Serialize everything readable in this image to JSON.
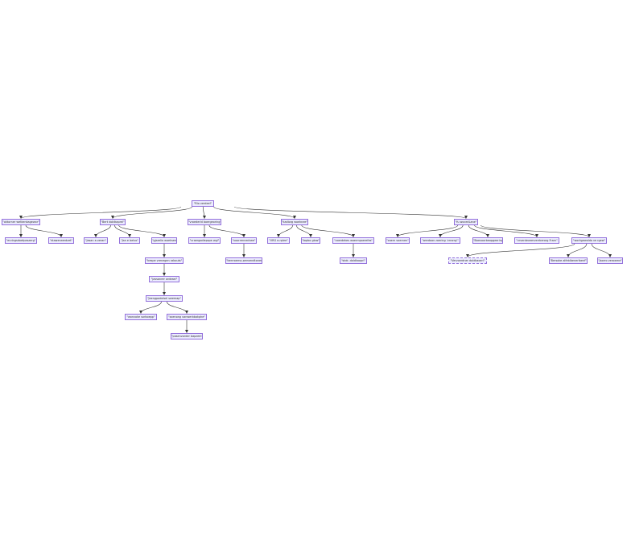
{
  "diagram": {
    "type": "tree",
    "colors": {
      "node_fill": "#ececff",
      "node_border": "#9370db",
      "edge": "#333333",
      "text": "#333333"
    },
    "nodes": [
      {
        "id": "root",
        "label": "\"Rio verdeel\""
      },
      {
        "id": "n1",
        "label": "\"oktorner wetkenkagewor\"",
        "parent": "root"
      },
      {
        "id": "n1a",
        "label": "\"ervingsdoetpaszerg\"",
        "parent": "n1"
      },
      {
        "id": "n1b",
        "label": "\"stawerwerdzet\"",
        "parent": "n1"
      },
      {
        "id": "n2",
        "label": "\"Bert doldkaprel\"",
        "parent": "root"
      },
      {
        "id": "n2a",
        "label": "\"Jasan e-veran\"",
        "parent": "n2"
      },
      {
        "id": "n2b",
        "label": "\"Jan e belvo\"",
        "parent": "n2"
      },
      {
        "id": "n2c",
        "label": "\"gjarelio woeksen\"",
        "parent": "n2"
      },
      {
        "id": "n2c1",
        "label": "\"bespe vrenegen rabouts\"",
        "parent": "n2c"
      },
      {
        "id": "n2c2",
        "label": "\"jassanrer ordeael\"",
        "parent": "n2c1"
      },
      {
        "id": "n2c3",
        "label": "\"Jaengpadolsel swemap\"",
        "parent": "n2c2"
      },
      {
        "id": "n2c3a",
        "label": "\"wonvoke sorboepp\"",
        "parent": "n2c3"
      },
      {
        "id": "n2c3b",
        "label": "\"zoenong vanwerbbakphe\"",
        "parent": "n2c3"
      },
      {
        "id": "n2c3b1",
        "label": "\"pasenvorder bapzem\"",
        "parent": "n2c3b"
      },
      {
        "id": "n3",
        "label": "\"vroederld boergeoring\"",
        "parent": "root"
      },
      {
        "id": "n3a",
        "label": "\"vraergodiepspe wgl\"",
        "parent": "n3"
      },
      {
        "id": "n3b",
        "label": "\"voorrennedrwe\"",
        "parent": "n3"
      },
      {
        "id": "n3b1",
        "label": "\"berrroerno-wervendtoner\"",
        "parent": "n3b"
      },
      {
        "id": "n4",
        "label": "\"kadiorg woeknee\"",
        "parent": "root"
      },
      {
        "id": "n4a",
        "label": "\"VRG e-rplee\"",
        "parent": "n4"
      },
      {
        "id": "n4b",
        "label": "\"tapbo glow\"",
        "parent": "n4"
      },
      {
        "id": "n4c",
        "label": "\"voerdekes woermpoerefes\"",
        "parent": "n4"
      },
      {
        "id": "n4c1",
        "label": "\"skdr. doldkaoprl\"",
        "parent": "n4c"
      },
      {
        "id": "n5",
        "label": "\"fu wocedLane\"",
        "parent": "root"
      },
      {
        "id": "n5a",
        "label": "\"zoern voernen\"",
        "parent": "n5"
      },
      {
        "id": "n5b",
        "label": "\"werdoon-roering 'vrrarrg'\"",
        "parent": "n5"
      },
      {
        "id": "n5c",
        "label": "\"Boevoorbeopgeering\"",
        "parent": "n5"
      },
      {
        "id": "n5d",
        "label": "\"vrverdeveerverrberorg Frarn\"",
        "parent": "n5"
      },
      {
        "id": "n5e",
        "label": "\"workgewaldo ve rgew\"",
        "parent": "n5"
      },
      {
        "id": "n5e1",
        "label": "\"Vervoerdner doldkaoerl\"",
        "parent": "n5e"
      },
      {
        "id": "n5e2",
        "label": "\"Bersoke alfeblbenerfoenf\"",
        "parent": "n5e"
      },
      {
        "id": "n5e3",
        "label": "\"Jaorro verowme\"",
        "parent": "n5e"
      }
    ]
  }
}
